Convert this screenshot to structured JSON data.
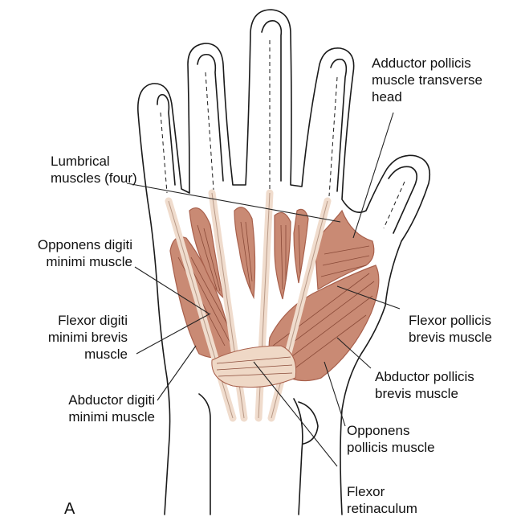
{
  "panel_letter": "A",
  "labels": {
    "adductor_transverse": [
      "Adductor pollicis",
      "muscle transverse",
      "head"
    ],
    "lumbrical": [
      "Lumbrical",
      "muscles (four)"
    ],
    "opponens_digiti": [
      "Opponens digiti",
      "minimi muscle"
    ],
    "flexor_digiti": [
      "Flexor digiti",
      "minimi brevis",
      "muscle"
    ],
    "abductor_digiti": [
      "Abductor digiti",
      "minimi muscle"
    ],
    "flexor_pollicis": [
      "Flexor pollicis",
      "brevis muscle"
    ],
    "abductor_pollicis": [
      "Abductor pollicis",
      "brevis muscle"
    ],
    "opponens_pollicis": [
      "Opponens",
      "pollicis muscle"
    ],
    "flexor_retinaculum": [
      "Flexor",
      "retinaculum"
    ]
  },
  "colors": {
    "muscle": "#c98a74",
    "muscle_dark": "#a8604c",
    "tendon": "#f0dccd",
    "outline": "#1a1a1a",
    "leader": "#222222"
  }
}
